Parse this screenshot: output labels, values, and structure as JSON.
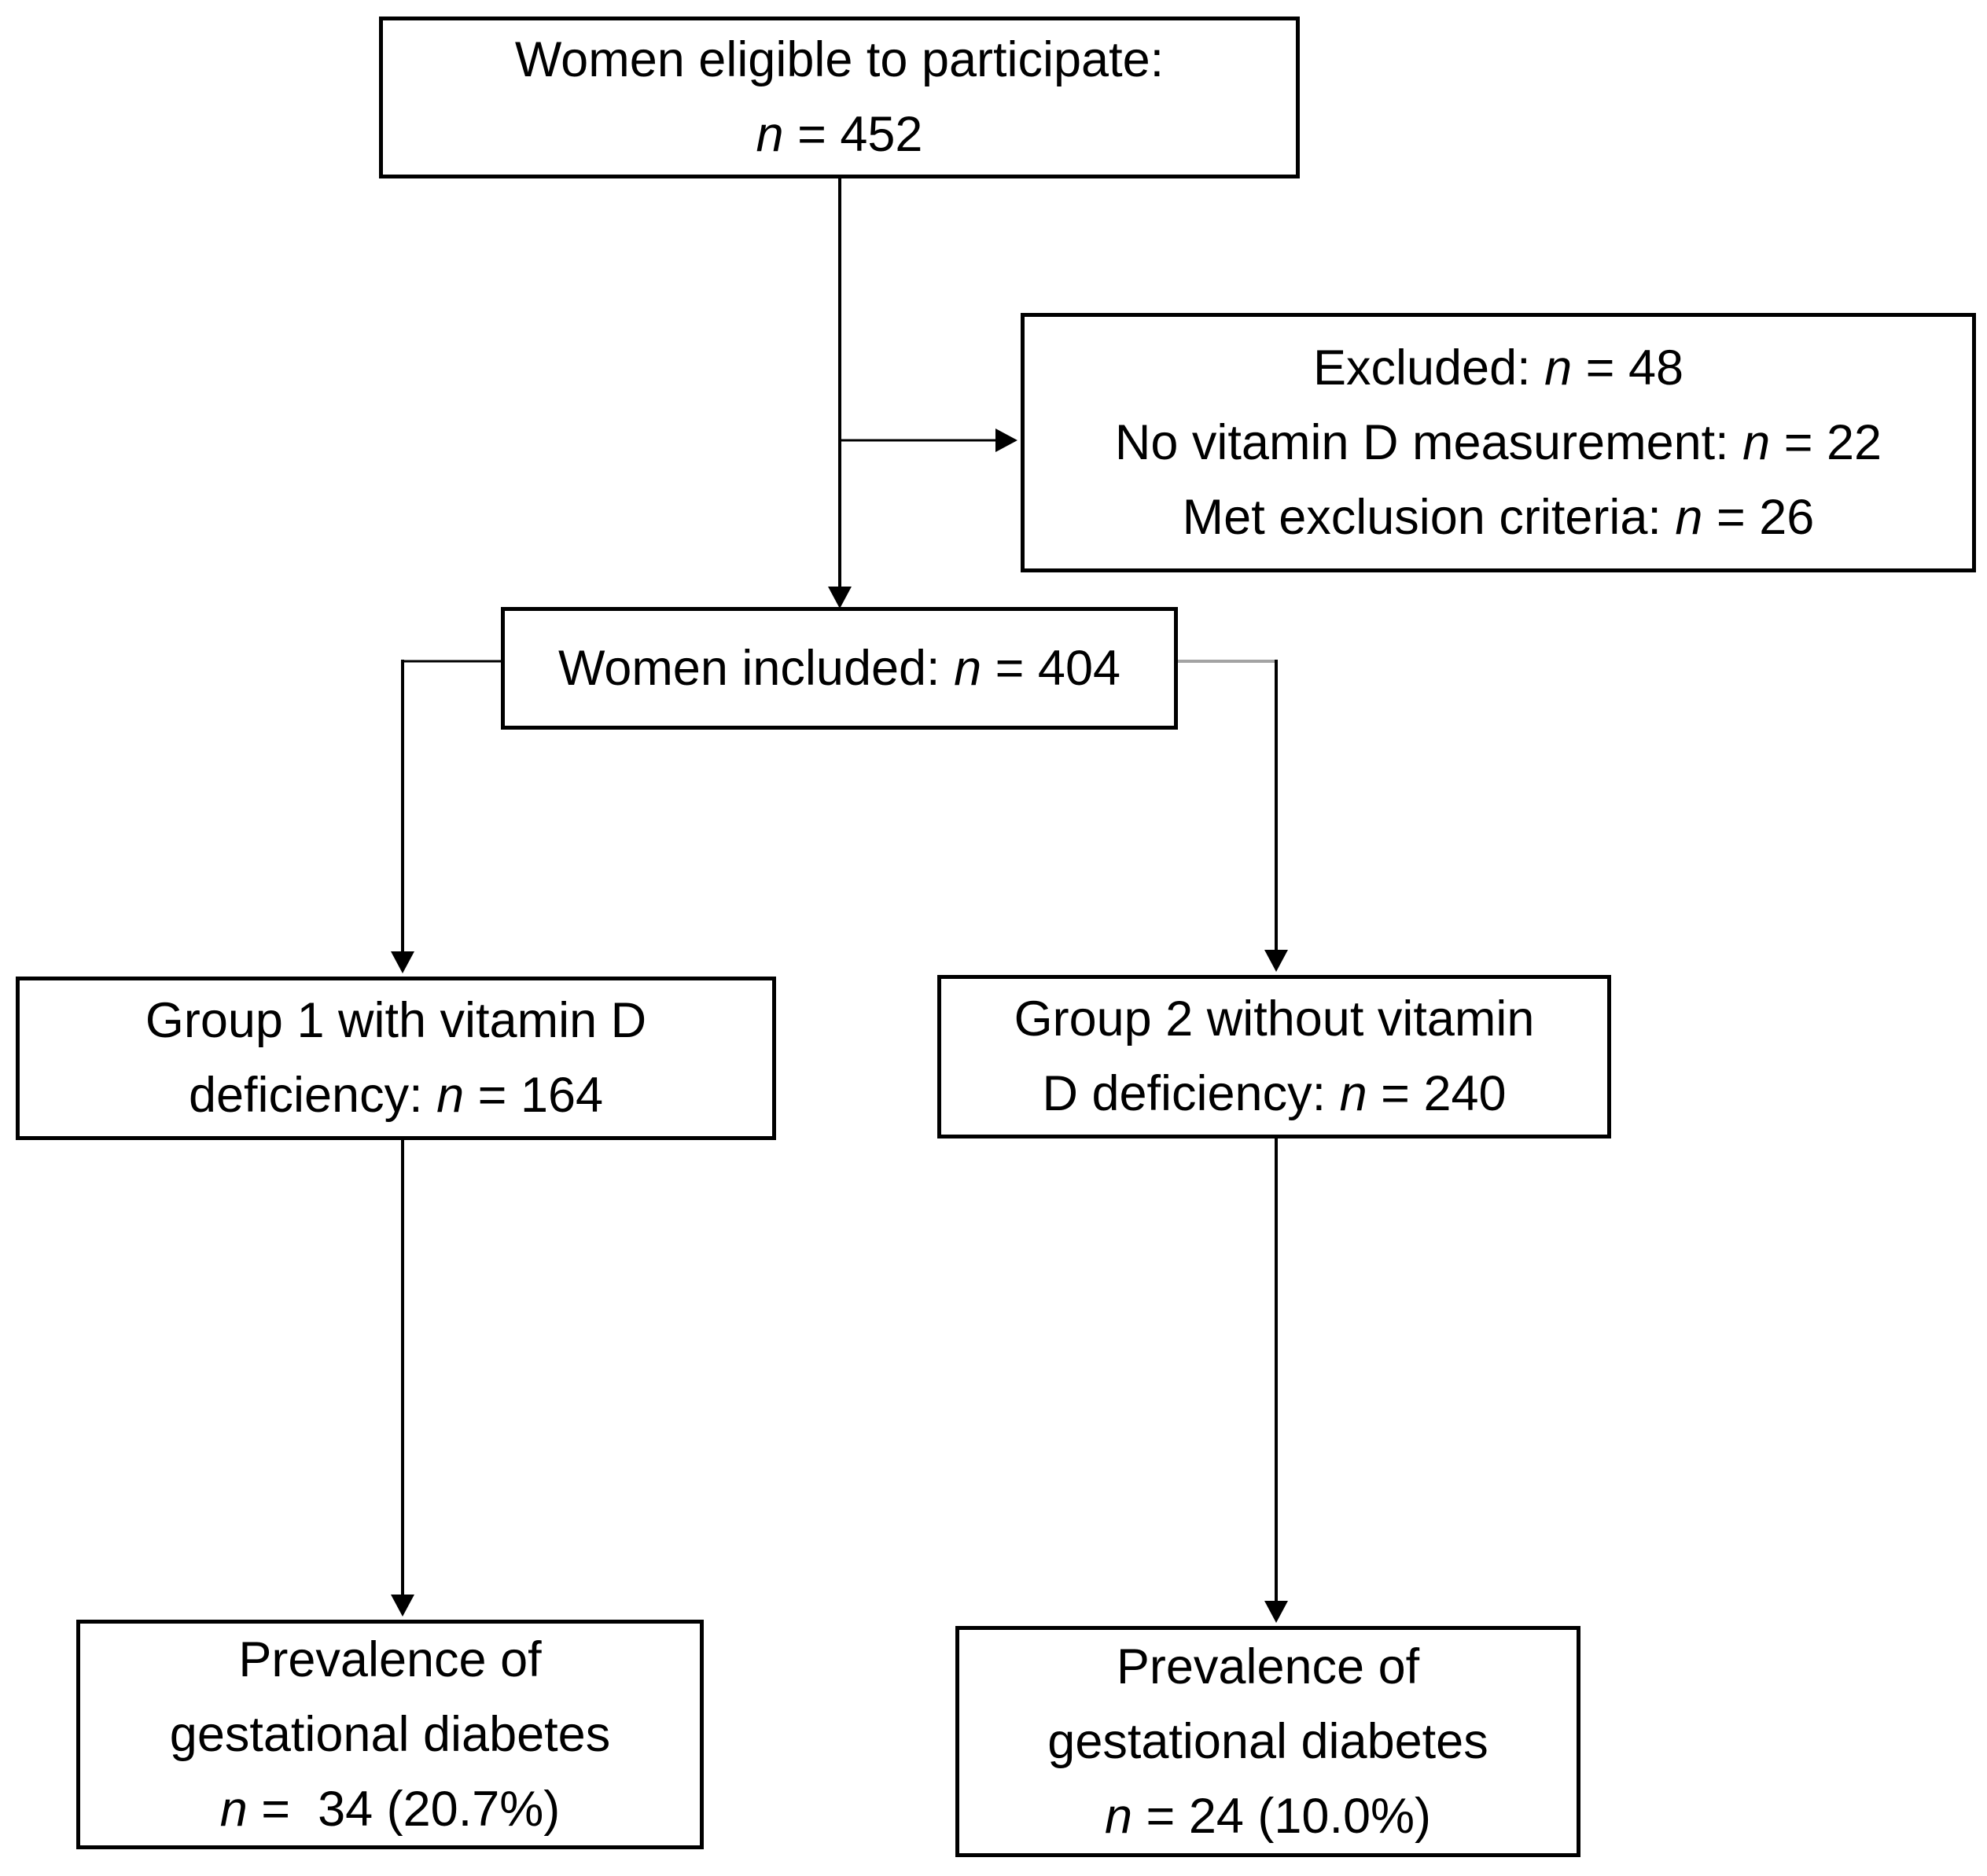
{
  "colors": {
    "background": "#ffffff",
    "box_border": "#000000",
    "text": "#000000",
    "connector": "#000000",
    "connector_light": "#a3a3a3"
  },
  "n_symbol": "n",
  "boxes": {
    "eligible": {
      "line1": "Women eligible to participate:",
      "n_value": " = 452"
    },
    "excluded": {
      "line1_label": "Excluded: ",
      "line1_value": " = 48",
      "line2_label": "No vitamin D measurement: ",
      "line2_value": " = 22",
      "line3_label": "Met exclusion criteria: ",
      "line3_value": " = 26"
    },
    "included": {
      "label": "Women included: ",
      "n_value": " = 404"
    },
    "group1": {
      "line1": "Group 1 with vitamin D",
      "line2_label": "deficiency: ",
      "n_value": " = 164"
    },
    "group2": {
      "line1": "Group 2 without vitamin",
      "line2_label": "D deficiency: ",
      "n_value": " = 240"
    },
    "prevalence_group1": {
      "line1": "Prevalence of",
      "line2": "gestational diabetes",
      "n_value": " =  34 (20.7%)"
    },
    "prevalence_group2": {
      "line1": "Prevalence of",
      "line2": "gestational diabetes",
      "n_value": " = 24 (10.0%)"
    }
  }
}
